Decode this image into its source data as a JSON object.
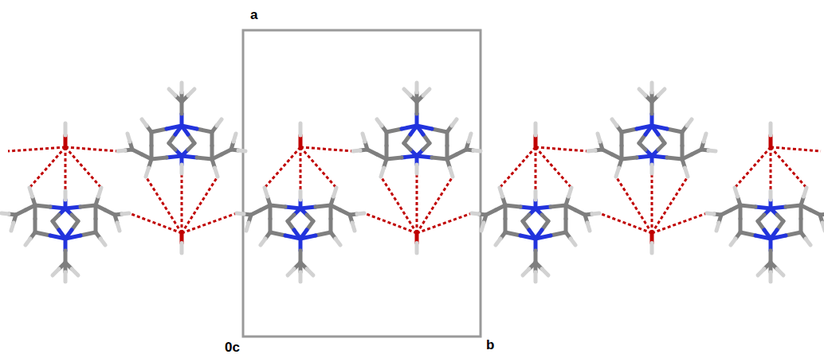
{
  "diagram": {
    "labels": [
      "a",
      "b",
      "0c"
    ]
  }
}
